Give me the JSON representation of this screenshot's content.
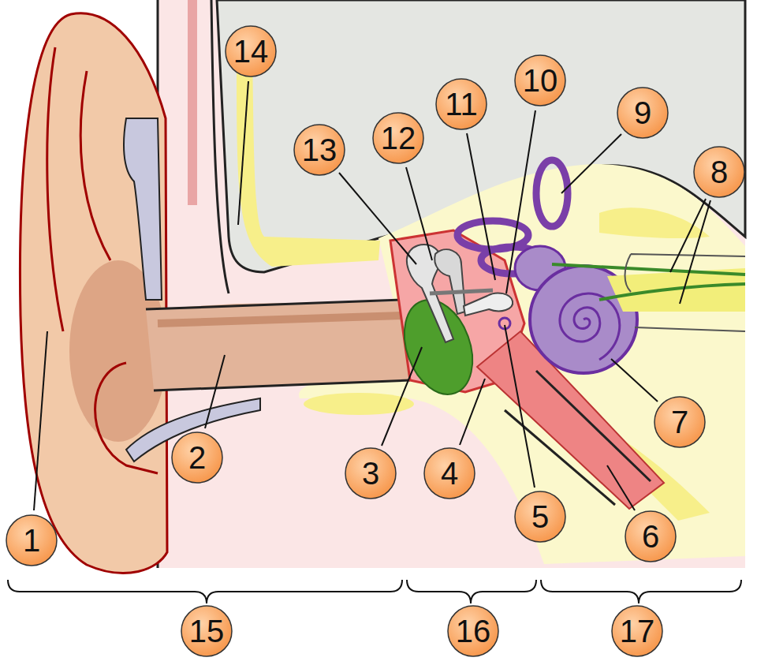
{
  "diagram": {
    "nodes": [
      {
        "text": [
          "1"
        ]
      },
      {
        "text": [
          "2"
        ]
      },
      {
        "text": [
          "3"
        ]
      },
      {
        "text": [
          "4"
        ]
      },
      {
        "text": [
          "5"
        ]
      },
      {
        "text": [
          "6"
        ]
      },
      {
        "text": [
          "7"
        ]
      },
      {
        "text": [
          "8"
        ]
      },
      {
        "text": [
          "9"
        ]
      },
      {
        "text": [
          "10"
        ]
      },
      {
        "text": [
          "11"
        ]
      },
      {
        "text": [
          "12"
        ]
      },
      {
        "text": [
          "13"
        ]
      },
      {
        "text": [
          "14"
        ]
      },
      {
        "text": [
          "15"
        ]
      },
      {
        "text": [
          "16"
        ]
      },
      {
        "text": [
          "17"
        ]
      }
    ]
  }
}
